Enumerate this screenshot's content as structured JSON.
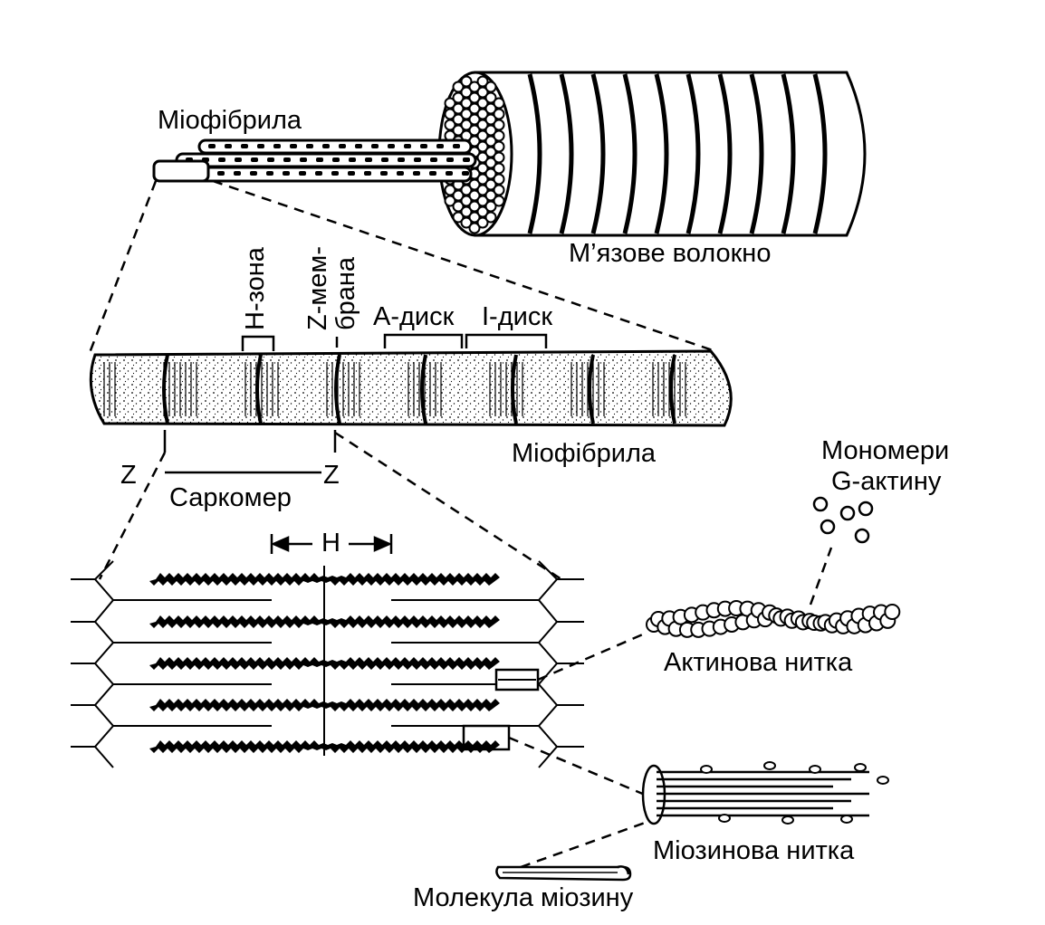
{
  "labels": {
    "myofibril_top": "Міофібрила",
    "muscle_fiber": "М’язове волокно",
    "h_zone": "Н-зона",
    "z_membrane_1": "Z-мем-",
    "z_membrane_2": "брана",
    "a_disc": "А-диск",
    "i_disc": "І-диск",
    "myofibril_mid": "Міофібрила",
    "z_left": "Z",
    "z_right": "Z",
    "sarcomere": "Саркомер",
    "h_mark": "Н",
    "monomers_1": "Мономери",
    "monomers_2": "G-актину",
    "actin_filament": "Актинова нитка",
    "myosin_filament": "Міозинова нитка",
    "myosin_molecule": "Молекула міозину"
  }
}
